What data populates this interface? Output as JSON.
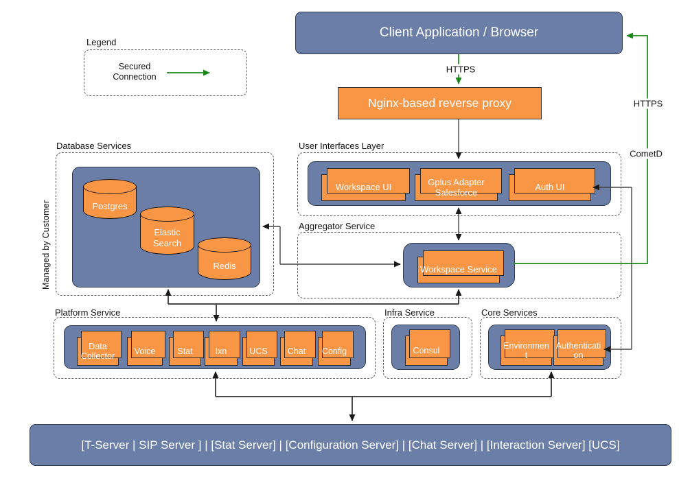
{
  "colors": {
    "orange": "#F89646",
    "blue": "#6A7EA8",
    "green": "#178717",
    "line": "#444444"
  },
  "legend": {
    "title": "Legend",
    "secured_line1": "Secured",
    "secured_line2": "Connection"
  },
  "client": {
    "label": "Client Application / Browser"
  },
  "proxy": {
    "label": "Nginx-based reverse proxy"
  },
  "edge_labels": {
    "https_top": "HTTPS",
    "https_right": "HTTPS",
    "cometd": "CometD"
  },
  "database": {
    "title": "Database Services",
    "managed_by": "Managed by Customer",
    "items": [
      "Postgres",
      "Elastic Search",
      "Redis"
    ]
  },
  "ui_layer": {
    "title": "User Interfaces Layer",
    "items": [
      "Workspace UI",
      "Gplus Adapter Salesforce",
      "Auth UI"
    ]
  },
  "aggregator": {
    "title": "Aggregator Service",
    "items": [
      "Workspace Service"
    ]
  },
  "platform": {
    "title": "Platform Service",
    "items": [
      "Data Collector",
      "Voice",
      "Stat",
      "Ixn",
      "UCS",
      "Chat",
      "Config"
    ]
  },
  "infra": {
    "title": "Infra Service",
    "items": [
      "Consul"
    ]
  },
  "core": {
    "title": "Core Services",
    "items": [
      "Environment",
      "Authentication"
    ]
  },
  "backend": {
    "label": "[T-Server | SIP Server ] | [Stat Server] | [Configuration Server] | [Chat Server] | [Interaction Server] [UCS]"
  }
}
